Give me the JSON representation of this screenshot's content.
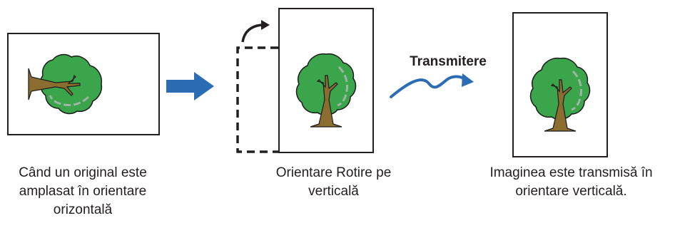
{
  "labels": {
    "transmit": "Transmitere"
  },
  "captions": {
    "left": [
      "Când un original este",
      "amplasat în orientare",
      "orizontală"
    ],
    "middle": [
      "Orientare Rotire pe",
      "verticală"
    ],
    "right": [
      "Imaginea este transmisă în",
      "orientare verticală."
    ]
  },
  "colors": {
    "tree_foliage": "#3aa54a",
    "tree_outline": "#1b1b1b",
    "tree_highlight": "#9fb5a4",
    "trunk": "#8a6d2f",
    "arrow_blue": "#2a6db5",
    "frame": "#231f20"
  }
}
